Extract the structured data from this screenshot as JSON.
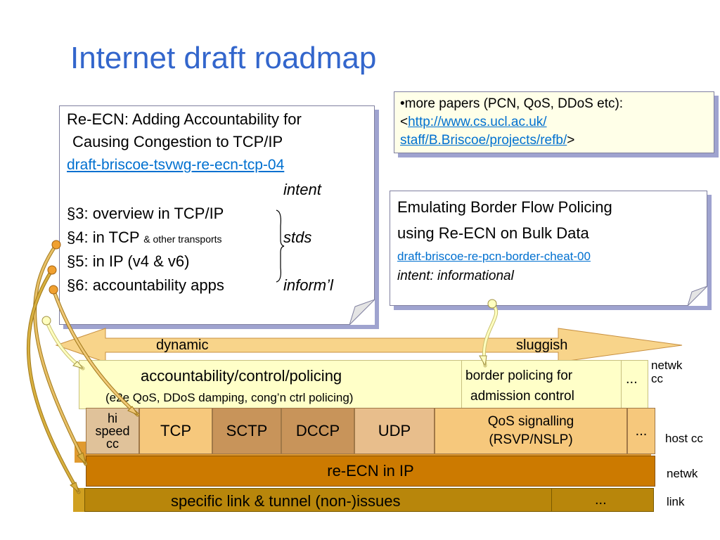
{
  "title": "Internet draft roadmap",
  "note_main": {
    "line1": "Re-ECN: Adding Accountability for",
    "line2": "Causing Congestion to TCP/IP",
    "link": "draft-briscoe-tsvwg-re-ecn-tcp-04",
    "intent": "intent",
    "s3": "§3: overview in TCP/IP",
    "s4": "§4: in TCP",
    "s4_small": "& other transports",
    "stds": "stds",
    "s5": "§5: in IP (v4 & v6)",
    "s6": "§6: accountability apps",
    "inform": "inform’l"
  },
  "note_papers": {
    "line1": "•more papers (PCN, QoS, DDoS etc):",
    "lt": "<",
    "link1": "http://www.cs.ucl.ac.uk/",
    "link2": "staff/B.Briscoe/projects/refb/",
    "gt": ">"
  },
  "note_border": {
    "line1": "Emulating Border Flow Policing",
    "line2": "using Re-ECN on Bulk Data",
    "link": "draft-briscoe-re-pcn-border-cheat-00",
    "intent": "intent: informational"
  },
  "arrow": {
    "left": "dynamic",
    "right": "sluggish"
  },
  "layers": {
    "acct_title": "accountability/control/policing",
    "acct_sub": "(e2e QoS, DDoS damping, cong’n ctrl policing)",
    "border1": "border policing for",
    "border2": "admission control",
    "dots_top": "...",
    "hispeed1": "hi",
    "hispeed2": "speed",
    "hispeed3": "cc",
    "tcp": "TCP",
    "sctp": "SCTP",
    "dccp": "DCCP",
    "udp": "UDP",
    "qos1": "QoS signalling",
    "qos2": "(RSVP/NSLP)",
    "dots_mid": "...",
    "reecn": "re-ECN in IP",
    "link_layer": "specific link & tunnel (non-)issues",
    "dots_bot": "..."
  },
  "side_labels": {
    "netwk_cc_1": "netwk",
    "netwk_cc_2": "cc",
    "host_cc": "host cc",
    "netwk": "netwk",
    "link": "link"
  },
  "colors": {
    "title": "#3366cc",
    "link": "#0070d0",
    "acct_layer": "#ffffc8",
    "transport_light": "#f6c87c",
    "transport_dark": "#c8945a",
    "ip_layer": "#cc7a00",
    "link_layer": "#b8860b",
    "arrow": "#f8d48a"
  }
}
